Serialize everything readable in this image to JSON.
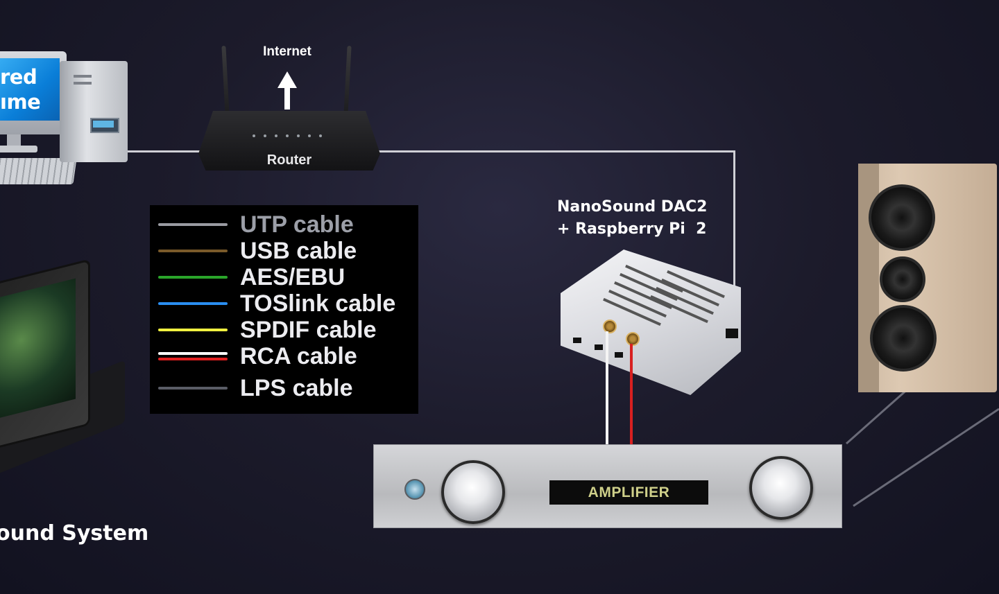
{
  "diagram": {
    "internet_label": "Internet",
    "router_label": "Router",
    "monitor_text_line1": "red",
    "monitor_text_line2": "ıme",
    "system_label": "ound System",
    "dac_title_line1": "NanoSound DAC2",
    "dac_title_line2": "+ Raspberry Pi  2",
    "amplifier_label": "AMPLIFIER"
  },
  "legend": {
    "items": [
      {
        "label": "UTP cable",
        "color": "#9a9ba2"
      },
      {
        "label": "USB cable",
        "color": "#7a5a2a"
      },
      {
        "label": "AES/EBU",
        "color": "#2aa52a"
      },
      {
        "label": "TOSlink cable",
        "color": "#2a8ef0"
      },
      {
        "label": "SPDIF cable",
        "color": "#f0f040"
      },
      {
        "label": "RCA cable",
        "color": "#ffffff",
        "color2": "#e02020"
      },
      {
        "label": "LPS cable",
        "color": "#5a5c66"
      }
    ]
  }
}
